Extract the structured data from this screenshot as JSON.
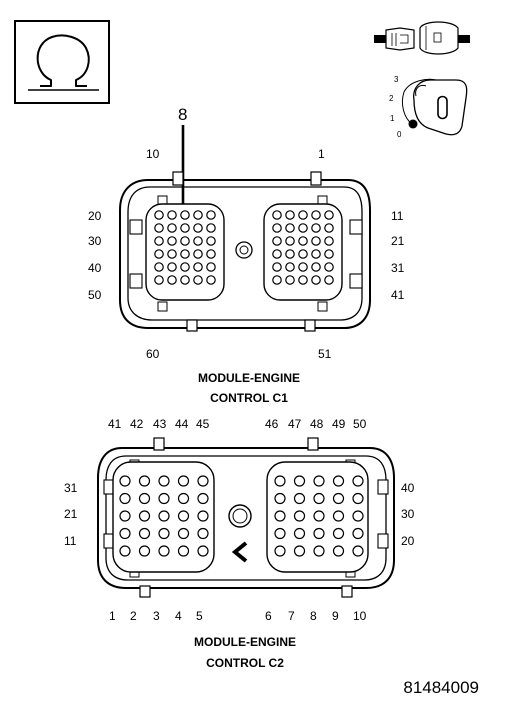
{
  "ohm_symbol": "Ω",
  "ignition_positions": [
    "3",
    "2",
    "1",
    "0"
  ],
  "c1": {
    "callout": "8",
    "pin_labels_top": [
      "10",
      "1"
    ],
    "pin_labels_left": [
      "20",
      "30",
      "40",
      "50"
    ],
    "pin_labels_right": [
      "11",
      "21",
      "31",
      "41"
    ],
    "pin_labels_bottom": [
      "60",
      "51"
    ],
    "title_line1": "MODULE-ENGINE",
    "title_line2": "CONTROL C1"
  },
  "c2": {
    "pin_labels_top": [
      "41",
      "42",
      "43",
      "44",
      "45",
      "46",
      "47",
      "48",
      "49",
      "50"
    ],
    "pin_labels_left": [
      "31",
      "21",
      "11"
    ],
    "pin_labels_right": [
      "40",
      "30",
      "20"
    ],
    "pin_labels_bottom": [
      "1",
      "2",
      "3",
      "4",
      "5",
      "6",
      "7",
      "8",
      "9",
      "10"
    ],
    "title_line1": "MODULE-ENGINE",
    "title_line2": "CONTROL C2"
  },
  "figure_number": "81484009"
}
